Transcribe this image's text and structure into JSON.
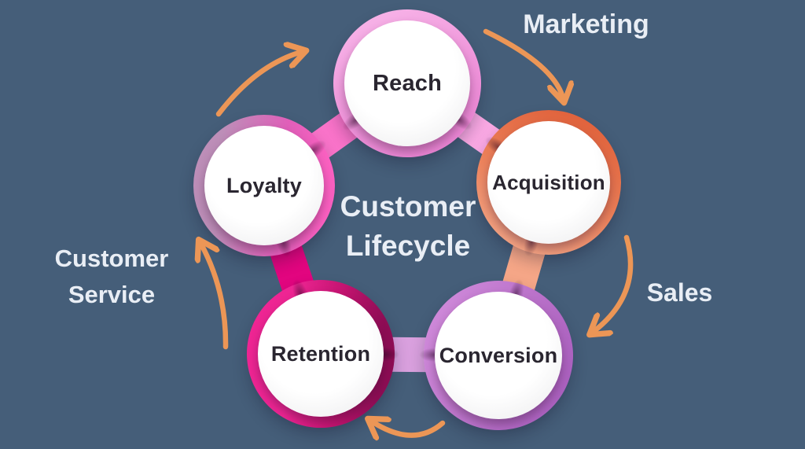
{
  "background_color": "#455e79",
  "center_title": {
    "line1": "Customer",
    "line2": "Lifecycle",
    "color": "#e9eef5"
  },
  "nodes": [
    {
      "id": "reach",
      "label": "Reach",
      "ring_colors": [
        "#f8b6e9",
        "#e77ed0"
      ]
    },
    {
      "id": "acquisition",
      "label": "Acquisition",
      "ring_colors": [
        "#dd5a34",
        "#f7af90"
      ]
    },
    {
      "id": "conversion",
      "label": "Conversion",
      "ring_colors": [
        "#cd87d8",
        "#a85cbd"
      ]
    },
    {
      "id": "retention",
      "label": "Retention",
      "ring_colors": [
        "#ee2593",
        "#8d0d54"
      ]
    },
    {
      "id": "loyalty",
      "label": "Loyalty",
      "ring_colors": [
        "#bd8eb8",
        "#fa60c0"
      ]
    }
  ],
  "connectors": [
    {
      "from": "loyalty",
      "to": "reach",
      "color": "#f973c9"
    },
    {
      "from": "reach",
      "to": "acquisition",
      "color": "#f9a8e3"
    },
    {
      "from": "acquisition",
      "to": "conversion",
      "color": "#f5a687"
    },
    {
      "from": "conversion",
      "to": "retention",
      "color": "#d9a0de"
    },
    {
      "from": "retention",
      "to": "loyalty",
      "color": "#e2057f"
    }
  ],
  "outer_labels": {
    "marketing": {
      "label": "Marketing"
    },
    "sales": {
      "label": "Sales"
    },
    "customer_service": {
      "line1": "Customer",
      "line2": "Service"
    }
  },
  "arrows": {
    "color": "#ec9656",
    "items": [
      {
        "id": "loyalty-to-reach",
        "between": "Loyalty and Reach"
      },
      {
        "id": "marketing-to-acquisition",
        "between": "Reach and Acquisition (Marketing)"
      },
      {
        "id": "sales-to-conversion",
        "between": "Acquisition and Conversion (Sales)"
      },
      {
        "id": "conversion-to-retention",
        "between": "Conversion and Retention"
      },
      {
        "id": "service-to-loyalty",
        "between": "Retention and Loyalty (Customer Service)"
      }
    ]
  },
  "text_colors": {
    "node_label": "#2a2630",
    "outer_label": "#e9eef5"
  }
}
